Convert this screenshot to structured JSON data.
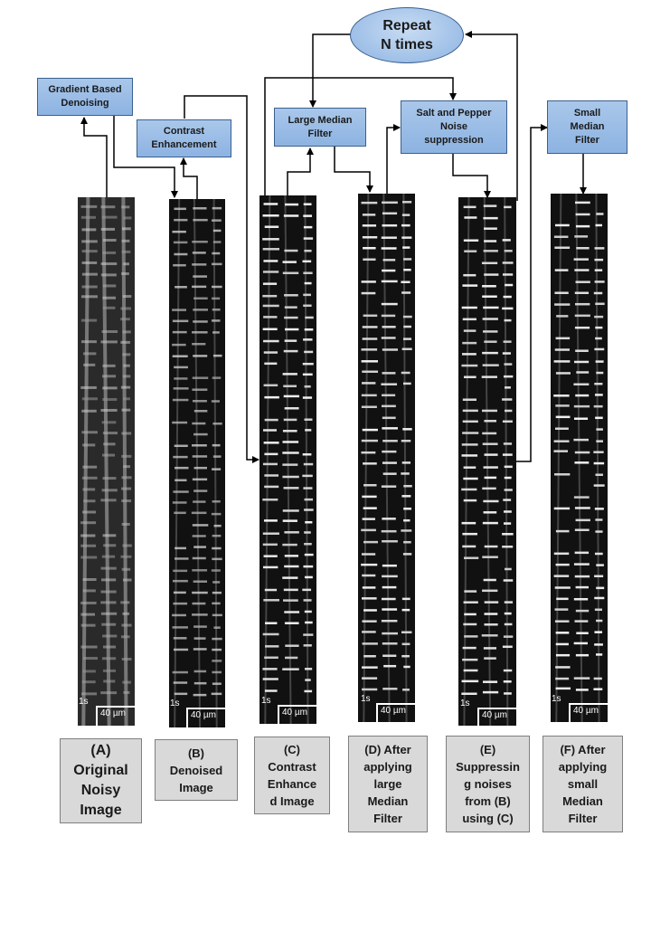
{
  "diagram": {
    "repeat_label": "Repeat\nN times",
    "process_boxes": {
      "gradient": "Gradient Based\nDenoising",
      "contrast": "Contrast\nEnhancement",
      "large_median": "Large Median\nFilter",
      "salt_pepper": "Salt and Pepper\nNoise\nsuppression",
      "small_median": "Small\nMedian\nFilter"
    },
    "strips": [
      {
        "id": "A",
        "time_label": "1s",
        "scale_label": "40 µm",
        "caption": "(A)\nOriginal\nNoisy\nImage"
      },
      {
        "id": "B",
        "time_label": "1s",
        "scale_label": "40 µm",
        "caption": "(B)\nDenoised\nImage"
      },
      {
        "id": "C",
        "time_label": "1s",
        "scale_label": "40 µm",
        "caption": "(C)\nContrast\nEnhance\nd Image"
      },
      {
        "id": "D",
        "time_label": "1s",
        "scale_label": "40 µm",
        "caption": "(D) After\napplying\nlarge\nMedian\nFilter"
      },
      {
        "id": "E",
        "time_label": "1s",
        "scale_label": "40 µm",
        "caption": "(E)\nSuppressin\ng noises\nfrom (B)\nusing (C)"
      },
      {
        "id": "F",
        "time_label": "1s",
        "scale_label": "40 µm",
        "caption": "(F) After\napplying\nsmall\nMedian\nFilter"
      }
    ]
  }
}
